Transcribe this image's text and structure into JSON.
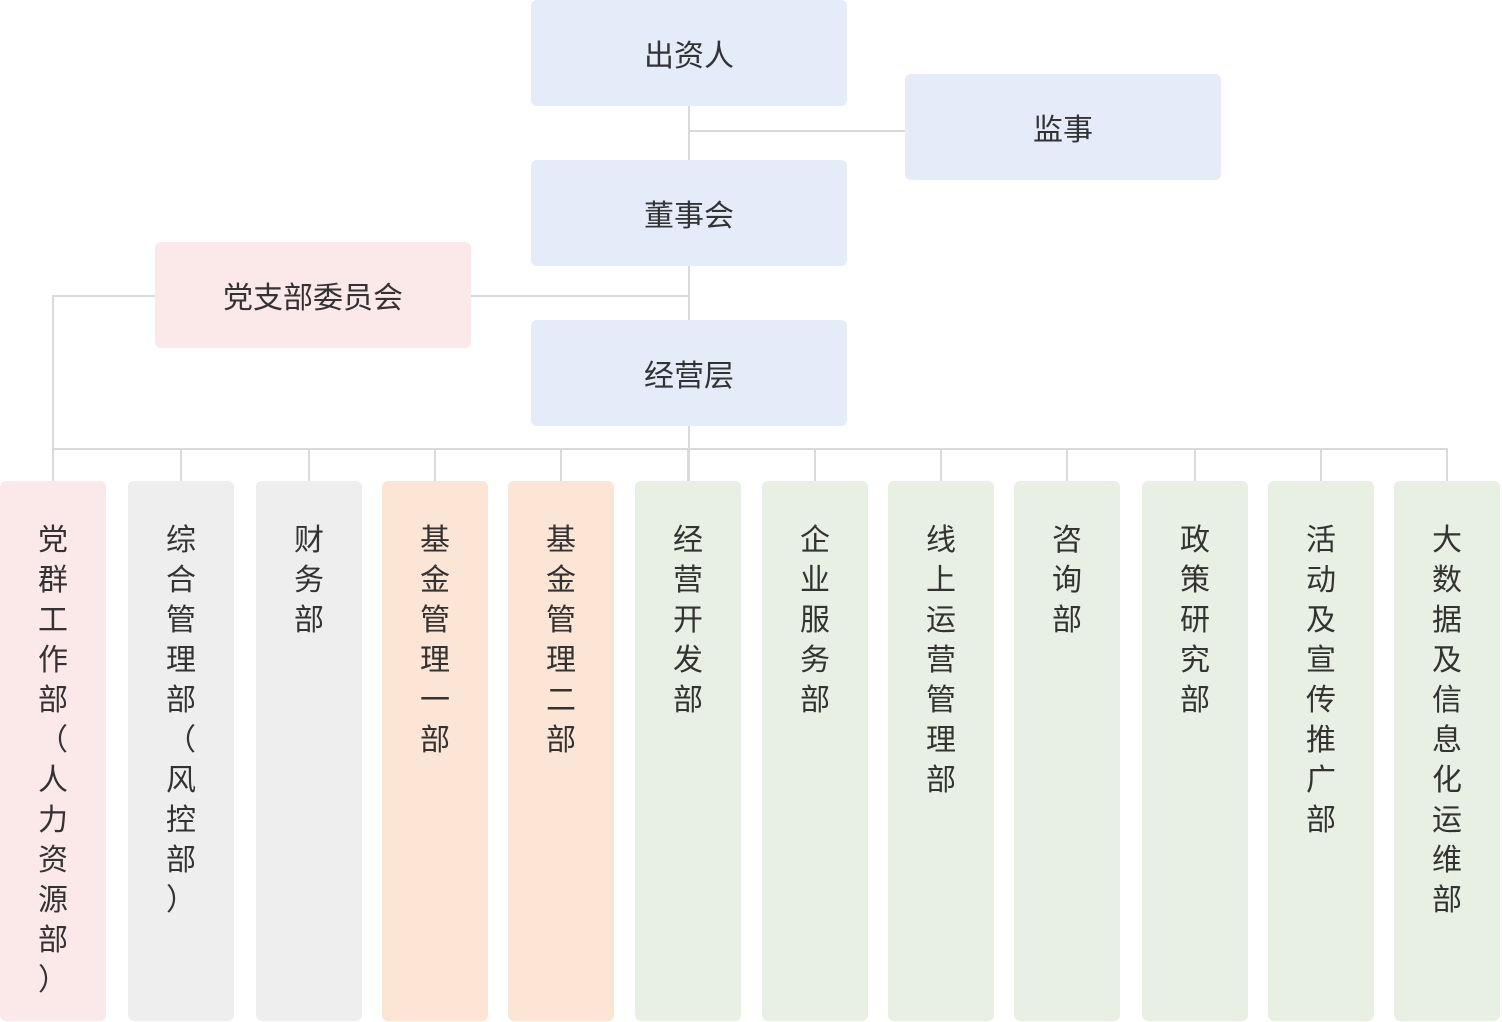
{
  "colors": {
    "governance": "#e4ecf9",
    "party": "#fbe9ea",
    "admin": "#eeeeee",
    "fund": "#fde5d6",
    "business": "#e7f0e2",
    "connector": "#d9d9dc"
  },
  "top_nodes": {
    "investor": "出资人",
    "supervisor": "监事",
    "board": "董事会",
    "party_committee": "党支部委员会",
    "management": "经营层"
  },
  "departments": [
    {
      "name": "党群工作部（人力资源部）",
      "group": "party"
    },
    {
      "name": "综合管理部（风控部）",
      "group": "admin"
    },
    {
      "name": "财务部",
      "group": "admin"
    },
    {
      "name": "基金管理一部",
      "group": "fund"
    },
    {
      "name": "基金管理二部",
      "group": "fund"
    },
    {
      "name": "经营开发部",
      "group": "business"
    },
    {
      "name": "企业服务部",
      "group": "business"
    },
    {
      "name": "线上运营管理部",
      "group": "business"
    },
    {
      "name": "咨询部",
      "group": "business"
    },
    {
      "name": "政策研究部",
      "group": "business"
    },
    {
      "name": "活动及宣传推广部",
      "group": "business"
    },
    {
      "name": "大数据及信息化运维部",
      "group": "business"
    }
  ]
}
